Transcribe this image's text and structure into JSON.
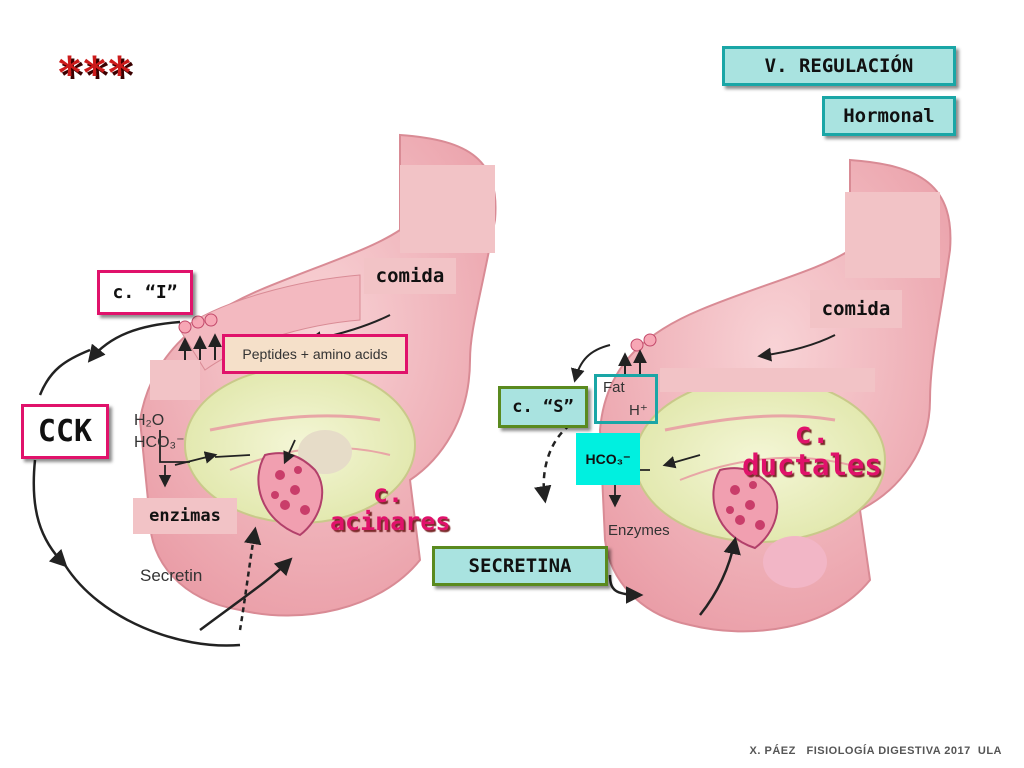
{
  "title": {
    "stars": "***",
    "section": "V. REGULACIÓN",
    "subsection": "Hormonal"
  },
  "left_panel": {
    "cell_i": "c. “I”",
    "food": "comida",
    "peptides": "Peptides + amino acids",
    "hormone": "CCK",
    "h2o": "H₂O",
    "hco3": "HCO₃⁻",
    "enzymes": "enzimas",
    "acinar_line1": "c.",
    "acinar_line2": "acinares",
    "secretin_text": "Secretin"
  },
  "right_panel": {
    "food": "comida",
    "cell_s": "c. “S”",
    "fat": "Fat",
    "h_plus": "H⁺",
    "hco3": "HCO₃⁻",
    "enzymes": "Enzymes",
    "ductal_line1": "c.",
    "ductal_line2": "ductales"
  },
  "secretina": "SECRETINA",
  "footer": "X. PÁEZ   FISIOLOGÍA DIGESTIVA 2017  ULA",
  "colors": {
    "teal_border": "#1aa6a6",
    "teal_fill": "#a9e3e0",
    "pink_border": "#e0126b",
    "green_border": "#5a8a1f",
    "cyan_fill": "#00f0e0",
    "tissue_pink": "#f1b8be",
    "pancreas_yellow": "#eef2c4"
  }
}
